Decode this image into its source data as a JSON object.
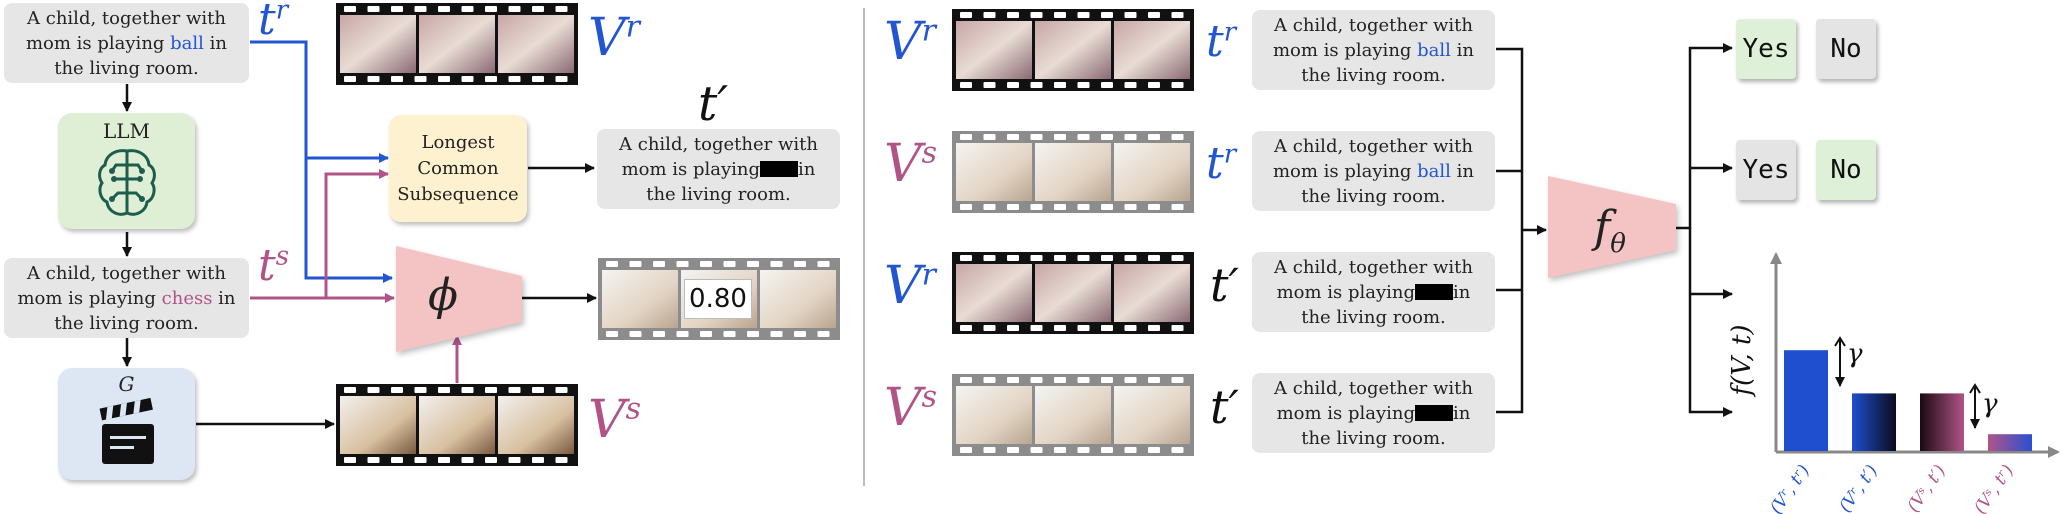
{
  "texts": {
    "prompt_real": [
      "A child, together with",
      "mom is playing ",
      "ball",
      " in",
      "the living room."
    ],
    "prompt_synth": [
      "A child, together with",
      "mom is playing ",
      "chess",
      " in",
      "the living room."
    ],
    "prompt_masked": [
      "A child, together with",
      "mom is playing",
      "in",
      "the living room."
    ],
    "lcs": [
      "Longest",
      "Common",
      "Subsequence"
    ],
    "llm": "LLM",
    "generator": "G",
    "phi": "ϕ",
    "f_theta": "f",
    "f_theta_sub": "θ",
    "score": "0.80",
    "yes": "Yes",
    "no": "No",
    "t_prime": "t′",
    "t_r_base": "t",
    "t_r_sup": "r",
    "t_s_base": "t",
    "t_s_sup": "s",
    "V_r_base": "V",
    "V_r_sup": "r",
    "V_s_base": "V",
    "V_s_sup": "s",
    "gamma": "γ",
    "y_axis": "f(V, t)"
  },
  "chart_data": {
    "type": "bar",
    "categories": [
      "(Vʳ, tʳ)",
      "(Vʳ, t′)",
      "(Vˢ, t′)",
      "(Vˢ, tʳ)"
    ],
    "values": [
      4.2,
      2.4,
      2.4,
      0.7
    ],
    "colors": [
      "#1f4fcf",
      "gradient-blue-black",
      "gradient-black-pink",
      "gradient-pink-blue"
    ],
    "ylabel": "f(V, t)",
    "annotations": [
      "γ",
      "γ"
    ]
  },
  "colors": {
    "blue": "#2255d0",
    "pink": "#b05488",
    "phi_fill": "#f4c4c4",
    "lcs_fill": "#fdf1cf",
    "llm_fill": "#dfefd6",
    "gen_fill": "#dce7f3"
  }
}
